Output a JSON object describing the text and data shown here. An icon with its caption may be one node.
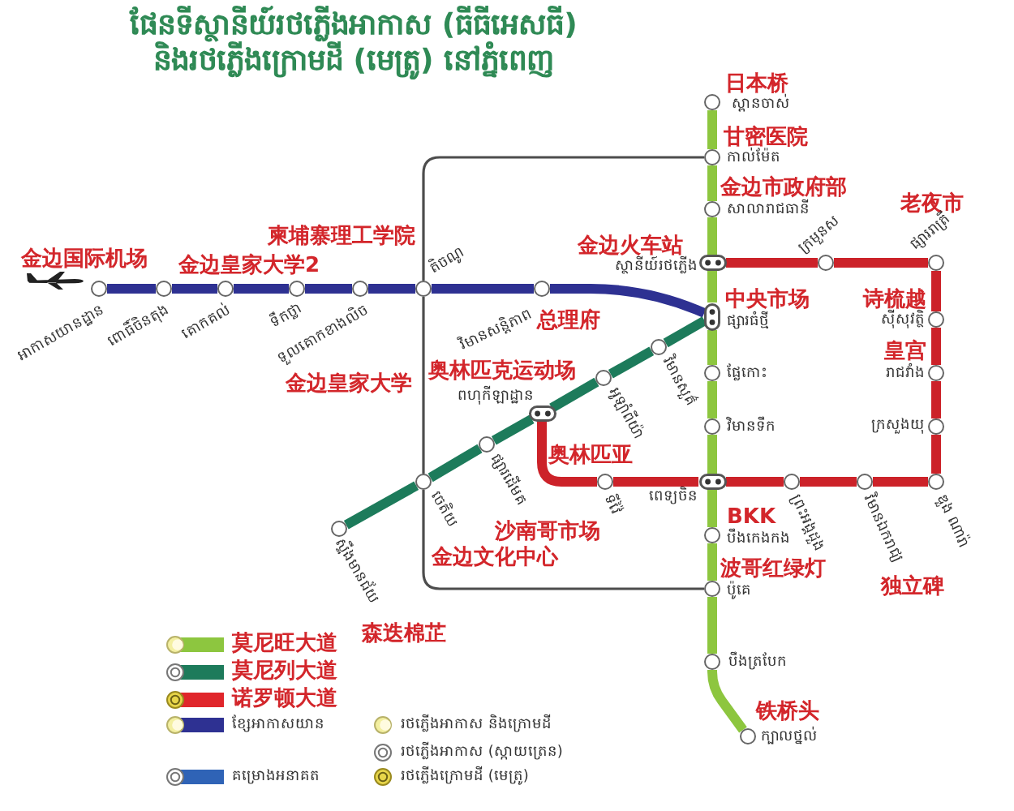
{
  "diagram": {
    "title": "ផែនទីស្ថានីយ៍រថភ្លើងអាកាស (ធីធីអេសធី) និងរថភ្លើងក្រោមដី (មេត្រូ) នៅភ្នំពេញ",
    "nodes": [
      {
        "text": [],
        "shape": "circle",
        "beside": [
          "日本桥",
          "ស្ពានចាស់"
        ]
      },
      {
        "text": [],
        "shape": "circle",
        "beside": [
          "甘密医院",
          "កាល់ម៉ែត"
        ]
      },
      {
        "text": [],
        "shape": "circle",
        "beside": [
          "金边市政府部",
          "សាលារាជធានី"
        ]
      },
      {
        "text": [],
        "shape": "oval",
        "beside": [
          "金边火车站",
          "ស្ថានីយ៍រថភ្លើង"
        ]
      },
      {
        "text": [],
        "shape": "oval",
        "beside": [
          "中央市场",
          "ផ្សារធំថ្មី"
        ]
      },
      {
        "text": [],
        "shape": "circle",
        "beside": [
          "ផ្លែកោះ"
        ]
      },
      {
        "text": [],
        "shape": "circle",
        "beside": [
          "វិមានទឹក"
        ]
      },
      {
        "text": [],
        "shape": "oval",
        "beside": [
          "ពេទ្យចិន"
        ]
      },
      {
        "text": [],
        "shape": "circle",
        "beside": [
          "BKK",
          "បឹងកេងកង"
        ]
      },
      {
        "text": [],
        "shape": "circle",
        "beside": [
          "波哥红绿灯",
          "ប៉ូគេ"
        ]
      },
      {
        "text": [],
        "shape": "circle",
        "beside": [
          "បឹងត្របែក"
        ]
      },
      {
        "text": [],
        "shape": "circle",
        "beside": [
          "铁桥头",
          "ក្បាលថ្នល់"
        ]
      },
      {
        "text": [],
        "shape": "circle",
        "beside": [
          "金边国际机场",
          "អាកាសយានដ្ឋាន"
        ]
      },
      {
        "text": [],
        "shape": "circle",
        "beside": [
          "ពោធិ៍ចិនតុង"
        ]
      },
      {
        "text": [],
        "shape": "circle",
        "beside": [
          "គោកគល់"
        ]
      },
      {
        "text": [],
        "shape": "circle",
        "beside": [
          "金边皇家大学2",
          "ទឹកថ្លា"
        ]
      },
      {
        "text": [],
        "shape": "circle",
        "beside": [
          "ទួលគោកខាងលិច",
          "金边皇家大学"
        ]
      },
      {
        "text": [],
        "shape": "circle",
        "beside": [
          "柬埔寨理工学院",
          "តិចណូ"
        ]
      },
      {
        "text": [],
        "shape": "circle",
        "beside": [
          "វិមានសន្តិភាព",
          "总理府"
        ]
      },
      {
        "text": [],
        "shape": "circle",
        "beside": [
          "ស្ទឹងមានជ័យ",
          "森迭棉芷"
        ]
      },
      {
        "text": [],
        "shape": "circle",
        "beside": [
          "ចេតិយ",
          "金边文化中心"
        ]
      },
      {
        "text": [],
        "shape": "circle",
        "beside": [
          "ផ្សារដើមគ",
          "沙南哥市场"
        ]
      },
      {
        "text": [],
        "shape": "oval",
        "beside": [
          "奥林匹克运动场",
          "ពហុកីឡាដ្ឋាន"
        ]
      },
      {
        "text": [],
        "shape": "circle",
        "beside": [
          "អូឡាំពីយ៉ា",
          "奥林匹亚"
        ]
      },
      {
        "text": [],
        "shape": "circle",
        "beside": [
          "វិមានសួគ៌"
        ]
      },
      {
        "text": [],
        "shape": "circle",
        "beside": [
          "ទីវ៉ៃ"
        ]
      },
      {
        "text": [],
        "shape": "circle",
        "beside": [
          "ព្រះអង្គដួង"
        ]
      },
      {
        "text": [],
        "shape": "circle",
        "beside": [
          "វិមានឯករាជ្យ",
          "独立碑"
        ]
      },
      {
        "text": [],
        "shape": "circle",
        "beside": [
          "ឌួង ណារ៉ា"
        ]
      },
      {
        "text": [],
        "shape": "circle",
        "beside": [
          "ក្រសួងយុ"
        ]
      },
      {
        "text": [],
        "shape": "circle",
        "beside": [
          "皇宫",
          "រាជវាំង"
        ]
      },
      {
        "text": [],
        "shape": "circle",
        "beside": [
          "诗梳越",
          "ស៊ីសុវត្ថិ"
        ]
      },
      {
        "text": [],
        "shape": "circle",
        "beside": [
          "老夜市",
          "ផ្សាររាត្រី"
        ]
      },
      {
        "text": [],
        "shape": "circle",
        "beside": [
          "ក្រមួនស"
        ]
      }
    ],
    "edges": [
      {
        "from": 0,
        "to": 1,
        "arrow": "none",
        "color": "#8dc63f"
      },
      {
        "from": 1,
        "to": 2,
        "arrow": "none",
        "color": "#8dc63f"
      },
      {
        "from": 2,
        "to": 3,
        "arrow": "none",
        "color": "#8dc63f"
      },
      {
        "from": 3,
        "to": 4,
        "arrow": "none",
        "color": "#8dc63f"
      },
      {
        "from": 4,
        "to": 5,
        "arrow": "none",
        "color": "#8dc63f"
      },
      {
        "from": 5,
        "to": 6,
        "arrow": "none",
        "color": "#8dc63f"
      },
      {
        "from": 6,
        "to": 7,
        "arrow": "none",
        "color": "#8dc63f"
      },
      {
        "from": 7,
        "to": 8,
        "arrow": "none",
        "color": "#8dc63f"
      },
      {
        "from": 8,
        "to": 9,
        "arrow": "none",
        "color": "#8dc63f"
      },
      {
        "from": 9,
        "to": 10,
        "arrow": "none",
        "color": "#8dc63f"
      },
      {
        "from": 10,
        "to": 11,
        "arrow": "none",
        "color": "#8dc63f"
      },
      {
        "from": 12,
        "to": 13,
        "arrow": "none",
        "color": "#2e3192"
      },
      {
        "from": 13,
        "to": 14,
        "arrow": "none",
        "color": "#2e3192"
      },
      {
        "from": 14,
        "to": 15,
        "arrow": "none",
        "color": "#2e3192"
      },
      {
        "from": 15,
        "to": 16,
        "arrow": "none",
        "color": "#2e3192"
      },
      {
        "from": 16,
        "to": 17,
        "arrow": "none",
        "color": "#2e3192"
      },
      {
        "from": 17,
        "to": 18,
        "arrow": "none",
        "color": "#2e3192"
      },
      {
        "from": 18,
        "to": 4,
        "arrow": "none",
        "color": "#2e3192"
      },
      {
        "from": 19,
        "to": 20,
        "arrow": "none",
        "color": "#1d7b5b"
      },
      {
        "from": 20,
        "to": 21,
        "arrow": "none",
        "color": "#1d7b5b"
      },
      {
        "from": 21,
        "to": 22,
        "arrow": "none",
        "color": "#1d7b5b"
      },
      {
        "from": 22,
        "to": 23,
        "arrow": "none",
        "color": "#1d7b5b"
      },
      {
        "from": 23,
        "to": 24,
        "arrow": "none",
        "color": "#1d7b5b"
      },
      {
        "from": 24,
        "to": 4,
        "arrow": "none",
        "color": "#1d7b5b"
      },
      {
        "from": 22,
        "to": 25,
        "arrow": "none",
        "color": "#cc2229"
      },
      {
        "from": 25,
        "to": 7,
        "arrow": "none",
        "color": "#cc2229"
      },
      {
        "from": 7,
        "to": 26,
        "arrow": "none",
        "color": "#cc2229"
      },
      {
        "from": 26,
        "to": 27,
        "arrow": "none",
        "color": "#cc2229"
      },
      {
        "from": 27,
        "to": 28,
        "arrow": "none",
        "color": "#cc2229"
      },
      {
        "from": 28,
        "to": 29,
        "arrow": "none",
        "color": "#cc2229"
      },
      {
        "from": 29,
        "to": 30,
        "arrow": "none",
        "color": "#cc2229"
      },
      {
        "from": 30,
        "to": 31,
        "arrow": "none",
        "color": "#cc2229"
      },
      {
        "from": 31,
        "to": 32,
        "arrow": "none",
        "color": "#cc2229"
      },
      {
        "from": 32,
        "to": 33,
        "arrow": "none",
        "color": "#cc2229"
      },
      {
        "from": 33,
        "to": 3,
        "arrow": "none",
        "color": "#cc2229"
      },
      {
        "from": 1,
        "to": 17,
        "arrow": "none",
        "color": "#4d4d4d"
      },
      {
        "from": 17,
        "to": 20,
        "arrow": "none",
        "color": "#4d4d4d"
      },
      {
        "from": 20,
        "to": 9,
        "arrow": "none",
        "color": "#4d4d4d"
      }
    ],
    "legend": [
      {
        "text": "莫尼旺大道",
        "color": "#8dc63f"
      },
      {
        "text": "莫尼列大道",
        "color": "#1d7b5b"
      },
      {
        "text": "诺罗顿大道",
        "color": "#e0262b"
      },
      {
        "text": "ខ្សែអាកាសយាន",
        "color": "#2e3192"
      },
      {
        "text": "រថភ្លើងអាកាស និងក្រោមដី"
      },
      {
        "text": "រថភ្លើងអាកាស (ស្កាយត្រេន)"
      },
      {
        "text": "គម្រោងអនាគត",
        "color": "#2f63b6"
      },
      {
        "text": "រថភ្លើងក្រោមដី (មេត្រូ)"
      }
    ]
  }
}
